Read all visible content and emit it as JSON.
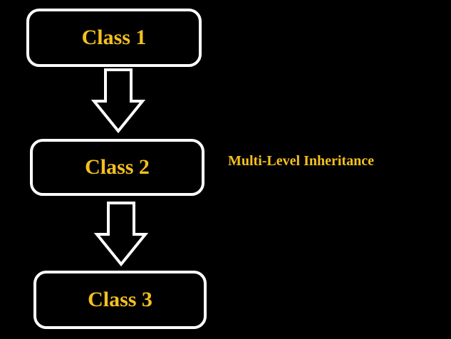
{
  "diagram": {
    "caption": "Multi-Level Inheritance",
    "nodes": [
      {
        "label": "Class 1"
      },
      {
        "label": "Class 2"
      },
      {
        "label": "Class 3"
      }
    ],
    "edges": [
      {
        "from": "Class 1",
        "to": "Class 2"
      },
      {
        "from": "Class 2",
        "to": "Class 3"
      }
    ]
  },
  "colors": {
    "background": "#000000",
    "box_border": "#ffffff",
    "arrow_outline": "#ffffff",
    "text": "#f4c021"
  }
}
